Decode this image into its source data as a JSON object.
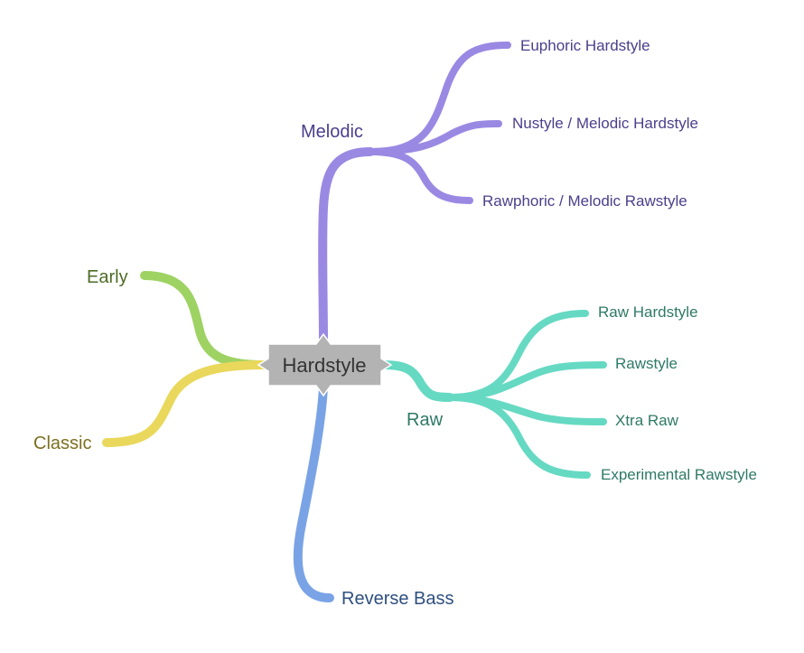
{
  "root": {
    "label": "Hardstyle",
    "fill": "#b3b3b3",
    "stroke": "#ffffff"
  },
  "branches": {
    "melodic": {
      "label": "Melodic",
      "color": "#9a89e3",
      "text_color": "#4a3f8c",
      "children": [
        "Euphoric Hardstyle",
        "Nustyle / Melodic Hardstyle",
        "Rawphoric / Melodic Rawstyle"
      ]
    },
    "raw": {
      "label": "Raw",
      "color": "#66d9c3",
      "text_color": "#2e7a64",
      "children": [
        "Raw Hardstyle",
        "Rawstyle",
        "Xtra Raw",
        "Experimental Rawstyle"
      ]
    },
    "early": {
      "label": "Early",
      "color": "#9ed263",
      "text_color": "#4e6b26"
    },
    "classic": {
      "label": "Classic",
      "color": "#e9d85c",
      "text_color": "#7d6f1f"
    },
    "reverse_bass": {
      "label": "Reverse Bass",
      "color": "#7aa3e6",
      "text_color": "#2e4f80"
    }
  }
}
